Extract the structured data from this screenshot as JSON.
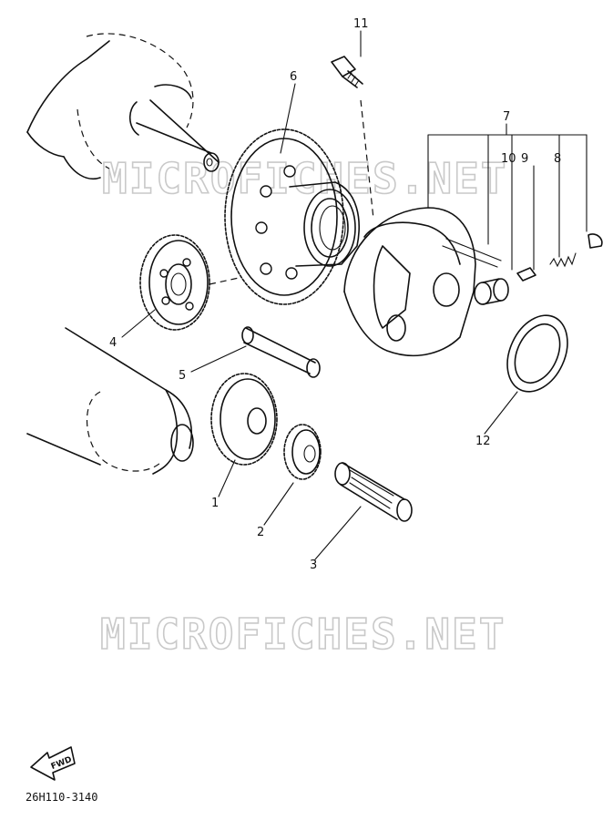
{
  "diagram": {
    "watermarks": [
      "MICROFICHES.NET",
      "MICROFICHES.NET"
    ],
    "part_labels": {
      "p1": "1",
      "p2": "2",
      "p3": "3",
      "p4": "4",
      "p5": "5",
      "p6": "6",
      "p7": "7",
      "p8": "8",
      "p9": "9",
      "p10": "10",
      "p11": "11",
      "p12": "12"
    },
    "fwd_badge": "FWD",
    "drawing_code": "26H110-3140"
  }
}
